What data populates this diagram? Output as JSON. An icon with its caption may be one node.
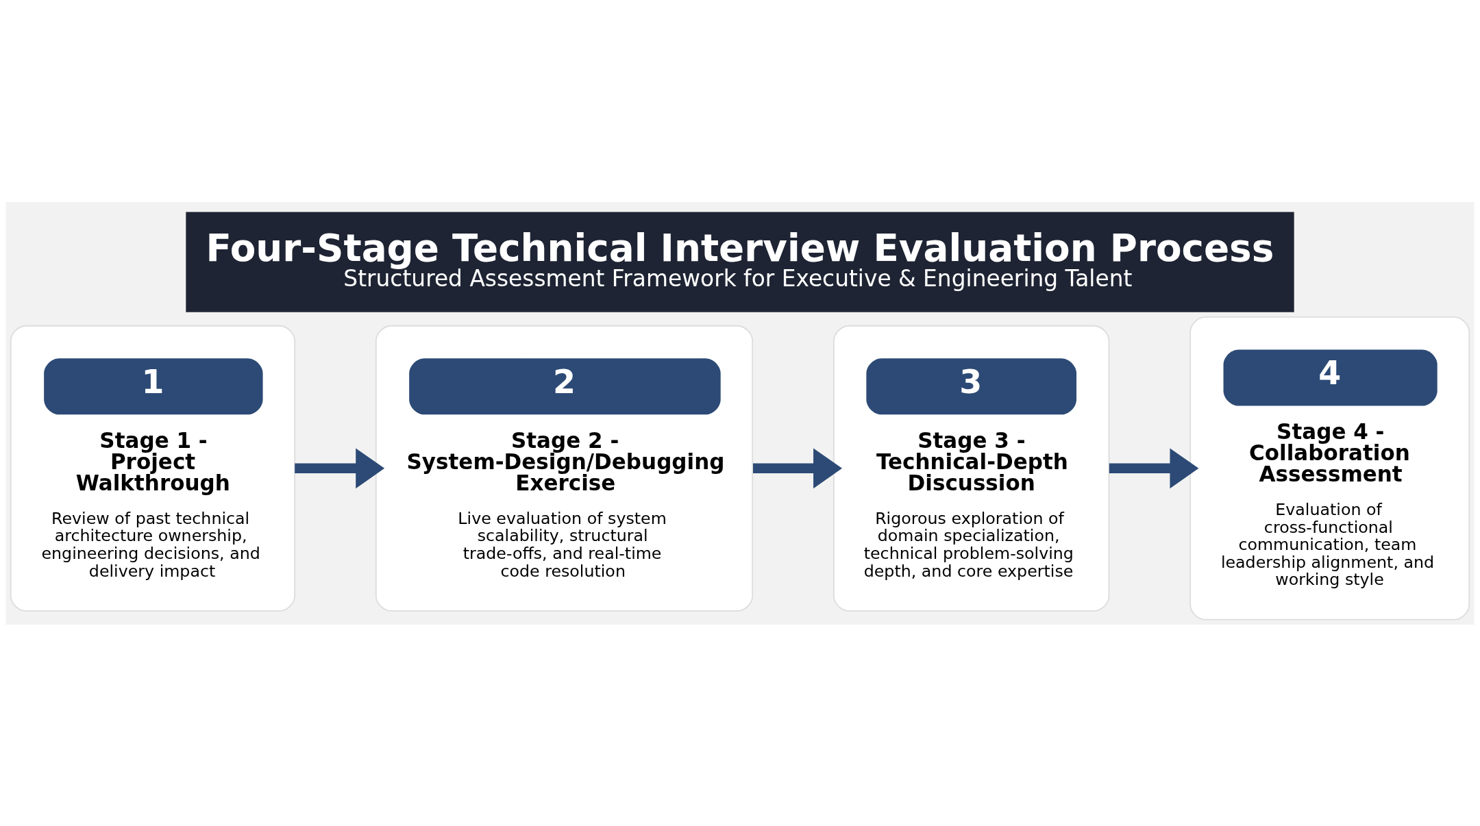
{
  "diagram": {
    "title": "Four-Stage Technical Interview Evaluation Process",
    "caption": "Structured Assessment Framework for Executive & Engineering Talent",
    "nodes": [
      {
        "text": [
          "1",
          "Stage 1 - Project Walkthrough",
          "Review of past technical architecture ownership, engineering decisions, and delivery impact"
        ]
      },
      {
        "text": [
          "2",
          "Stage 2 - System-Design/Debugging Exercise",
          "Live evaluation of system scalability, structural trade-offs, and real-time code resolution"
        ]
      },
      {
        "text": [
          "3",
          "Stage 3 - Technical-Depth Discussion",
          "Rigorous exploration of domain specialization, technical problem-solving depth, and core expertise"
        ]
      },
      {
        "text": [
          "4",
          "Stage 4 - Collaboration Assessment",
          "Evaluation of cross-functional communication, team leadership alignment, and working style"
        ]
      }
    ],
    "edges": [
      {
        "from": 0,
        "to": 1,
        "arrow": "to"
      },
      {
        "from": 1,
        "to": 2,
        "arrow": "to"
      },
      {
        "from": 2,
        "to": 3,
        "arrow": "to"
      }
    ]
  }
}
